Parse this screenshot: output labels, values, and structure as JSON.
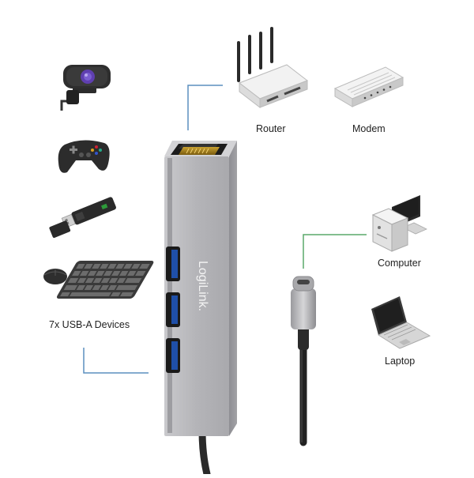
{
  "brand": "LogiLink.",
  "accent_line_blue": "#5b8fbf",
  "accent_line_green": "#5aa86a",
  "hub_color": "#b7b7ba",
  "labels": {
    "usb_devices": "7x USB-A Devices",
    "router": "Router",
    "modem": "Modem",
    "computer": "Computer",
    "laptop": "Laptop"
  },
  "icons": {
    "webcam": "webcam-icon",
    "gamepad": "gamepad-icon",
    "usb_stick": "usb-stick-icon",
    "keyboard_mouse": "keyboard-mouse-icon",
    "router": "router-icon",
    "modem": "modem-icon",
    "computer": "computer-icon",
    "laptop": "laptop-icon"
  }
}
